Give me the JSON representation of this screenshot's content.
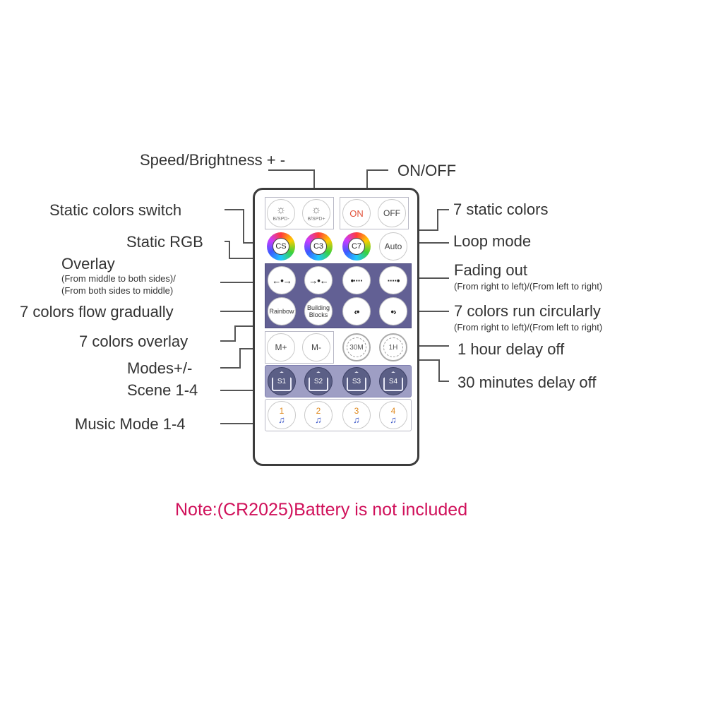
{
  "labels": {
    "speed_brightness": "Speed/Brightness + -",
    "on_off": "ON/OFF",
    "static_colors_switch": "Static colors switch",
    "seven_static_colors": "7 static colors",
    "static_rgb": "Static RGB",
    "loop_mode": "Loop mode",
    "overlay": "Overlay",
    "overlay_sub1": "(From middle to both sides)/",
    "overlay_sub2": "(From both sides to middle)",
    "fading_out": "Fading out",
    "fading_out_sub": "(From right to left)/(From left to right)",
    "flow_gradually": "7 colors flow gradually",
    "run_circularly": "7 colors run circularly",
    "run_circularly_sub": "(From right to left)/(From left to right)",
    "colors_overlay": "7 colors overlay",
    "hour_delay": "1 hour delay off",
    "modes": "Modes+/-",
    "scene": "Scene 1-4",
    "thirty_min_delay": "30 minutes delay off",
    "music_mode": "Music Mode 1-4"
  },
  "note": "Note:(CR2025)Battery is not included",
  "remote": {
    "sun_icon": "☼",
    "spd_minus_small": "B/SPD-",
    "spd_plus_small": "B/SPD+",
    "on": "ON",
    "off": "OFF",
    "cs": "CS",
    "c3": "C3",
    "c7": "C7",
    "auto": "Auto",
    "arrow_out": "←•→",
    "arrow_in": "→•←",
    "fade_left": "•····",
    "fade_right": "····•",
    "rainbow": "Rainbow",
    "building_blocks": "Building Blocks",
    "circ_left": "‹•",
    "circ_right": "•›",
    "m_plus": "M+",
    "m_minus": "M-",
    "t30": "30M",
    "t1h": "1H",
    "s1": "S1",
    "s2": "S2",
    "s3": "S3",
    "s4": "S4",
    "m1": "1",
    "m2": "2",
    "m3": "3",
    "m4": "4",
    "music_glyph": "♫"
  },
  "colors": {
    "line": "#4a4a4a",
    "note": "#d0105a",
    "blue_panel": "#626094"
  }
}
